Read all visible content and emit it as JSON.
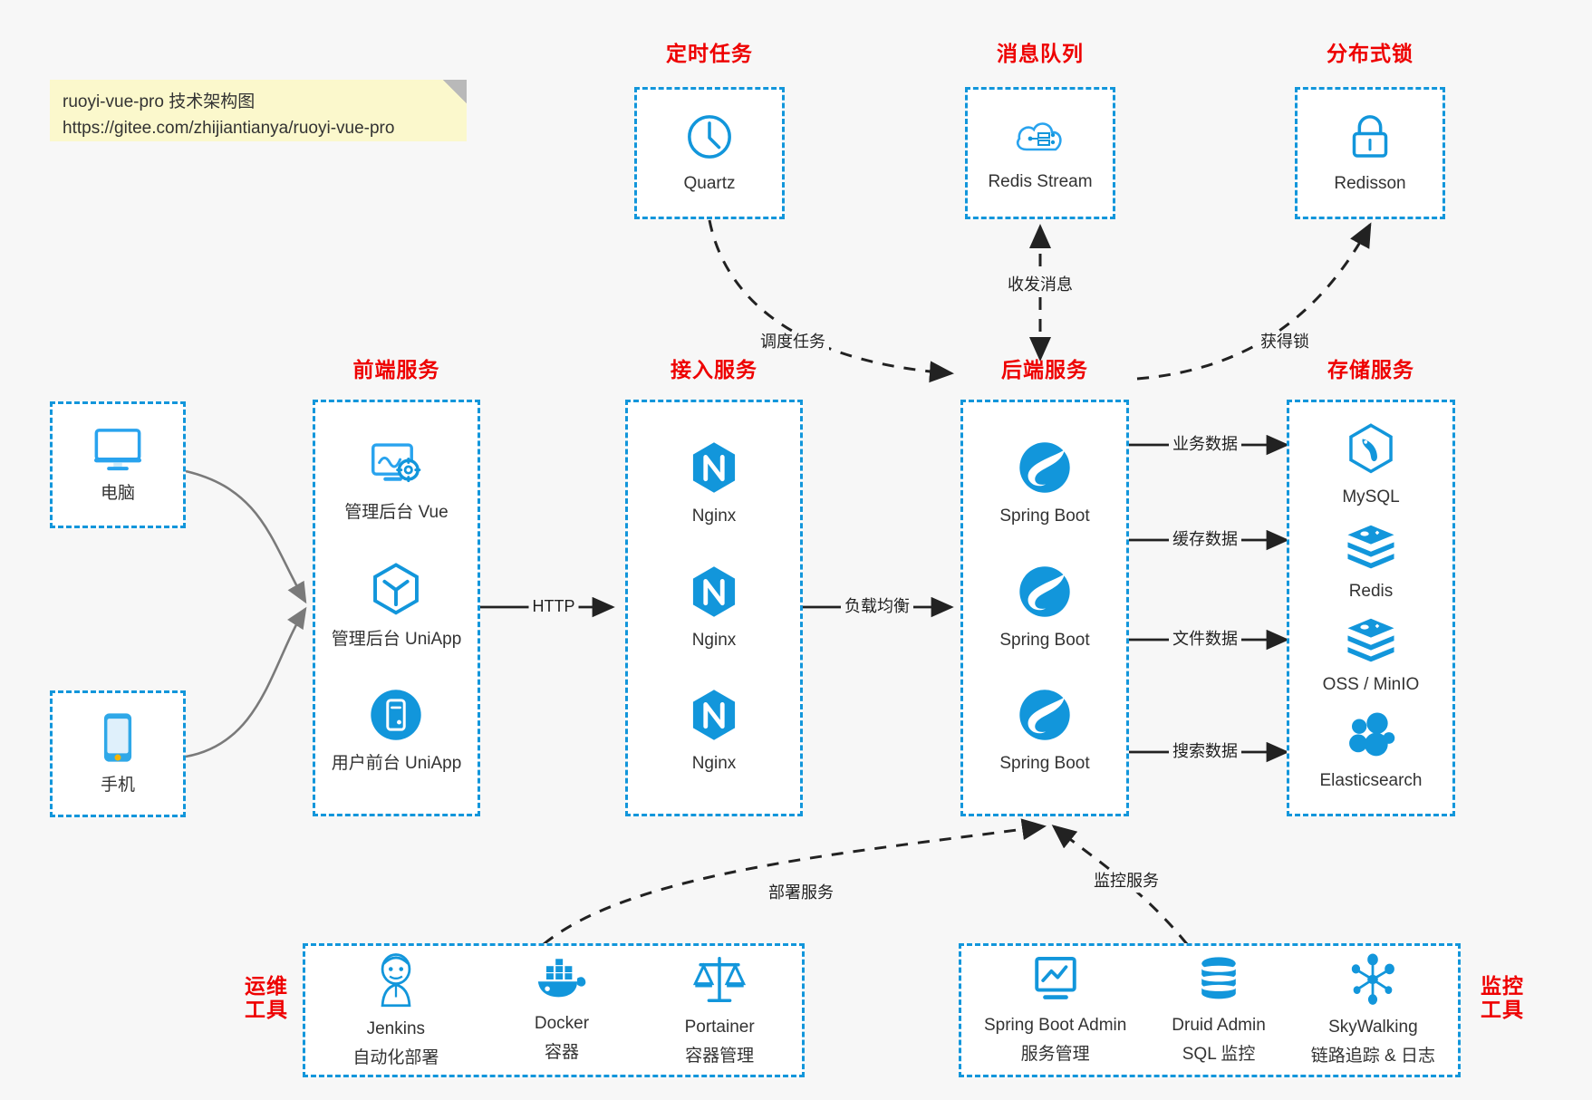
{
  "note": {
    "line1": "ruoyi-vue-pro 技术架构图",
    "line2": "https://gitee.com/zhijiantianya/ruoyi-vue-pro"
  },
  "colors": {
    "accent": "#1296db",
    "caption": "#ee0000",
    "note_bg": "#fbf8cc",
    "canvas": "#f7f7f7",
    "edge": "#222222",
    "client_edge": "#777777"
  },
  "groups": {
    "scheduler": {
      "caption": "定时任务",
      "items": [
        {
          "label": "Quartz",
          "icon": "clock-icon"
        }
      ]
    },
    "mq": {
      "caption": "消息队列",
      "items": [
        {
          "label": "Redis Stream",
          "icon": "cloud-stream-icon"
        }
      ]
    },
    "lock": {
      "caption": "分布式锁",
      "items": [
        {
          "label": "Redisson",
          "icon": "padlock-icon"
        }
      ]
    },
    "client_pc": {
      "caption": "",
      "items": [
        {
          "label": "电脑",
          "icon": "desktop-icon"
        }
      ]
    },
    "client_mob": {
      "caption": "",
      "items": [
        {
          "label": "手机",
          "icon": "smartphone-icon"
        }
      ]
    },
    "frontend": {
      "caption": "前端服务",
      "items": [
        {
          "label": "管理后台 Vue",
          "icon": "dashboard-gear-icon"
        },
        {
          "label": "管理后台 UniApp",
          "icon": "uniapp-cube-icon"
        },
        {
          "label": "用户前台 UniApp",
          "icon": "mobile-circle-icon"
        }
      ]
    },
    "gateway": {
      "caption": "接入服务",
      "items": [
        {
          "label": "Nginx",
          "icon": "nginx-icon"
        },
        {
          "label": "Nginx",
          "icon": "nginx-icon"
        },
        {
          "label": "Nginx",
          "icon": "nginx-icon"
        }
      ]
    },
    "backend": {
      "caption": "后端服务",
      "items": [
        {
          "label": "Spring Boot",
          "icon": "spring-boot-icon"
        },
        {
          "label": "Spring Boot",
          "icon": "spring-boot-icon"
        },
        {
          "label": "Spring Boot",
          "icon": "spring-boot-icon"
        }
      ]
    },
    "storage": {
      "caption": "存储服务",
      "items": [
        {
          "label": "MySQL",
          "icon": "mysql-icon"
        },
        {
          "label": "Redis",
          "icon": "redis-icon"
        },
        {
          "label": "OSS / MinIO",
          "icon": "oss-minio-icon"
        },
        {
          "label": "Elasticsearch",
          "icon": "elasticsearch-icon"
        }
      ]
    },
    "devops": {
      "caption": "运维\n工具",
      "caption_line1": "运维",
      "caption_line2": "工具",
      "items": [
        {
          "label": "Jenkins",
          "sub": "自动化部署",
          "icon": "jenkins-icon"
        },
        {
          "label": "Docker",
          "sub": "容器",
          "icon": "docker-icon"
        },
        {
          "label": "Portainer",
          "sub": "容器管理",
          "icon": "portainer-icon"
        }
      ]
    },
    "monitor": {
      "caption_line1": "监控",
      "caption_line2": "工具",
      "items": [
        {
          "label": "Spring Boot Admin",
          "sub": "服务管理",
          "icon": "monitor-chart-icon"
        },
        {
          "label": "Druid Admin",
          "sub": "SQL 监控",
          "icon": "database-icon"
        },
        {
          "label": "SkyWalking",
          "sub": "链路追踪 & 日志",
          "icon": "skywalking-icon"
        }
      ]
    }
  },
  "edges": [
    {
      "id": "http",
      "label": "HTTP"
    },
    {
      "id": "lb",
      "label": "负载均衡"
    },
    {
      "id": "biz-data",
      "label": "业务数据"
    },
    {
      "id": "cache-data",
      "label": "缓存数据"
    },
    {
      "id": "file-data",
      "label": "文件数据"
    },
    {
      "id": "search-data",
      "label": "搜索数据"
    },
    {
      "id": "schedule",
      "label": "调度任务"
    },
    {
      "id": "mq-msg",
      "label": "收发消息"
    },
    {
      "id": "get-lock",
      "label": "获得锁"
    },
    {
      "id": "deploy",
      "label": "部署服务"
    },
    {
      "id": "monitoring",
      "label": "监控服务"
    }
  ]
}
